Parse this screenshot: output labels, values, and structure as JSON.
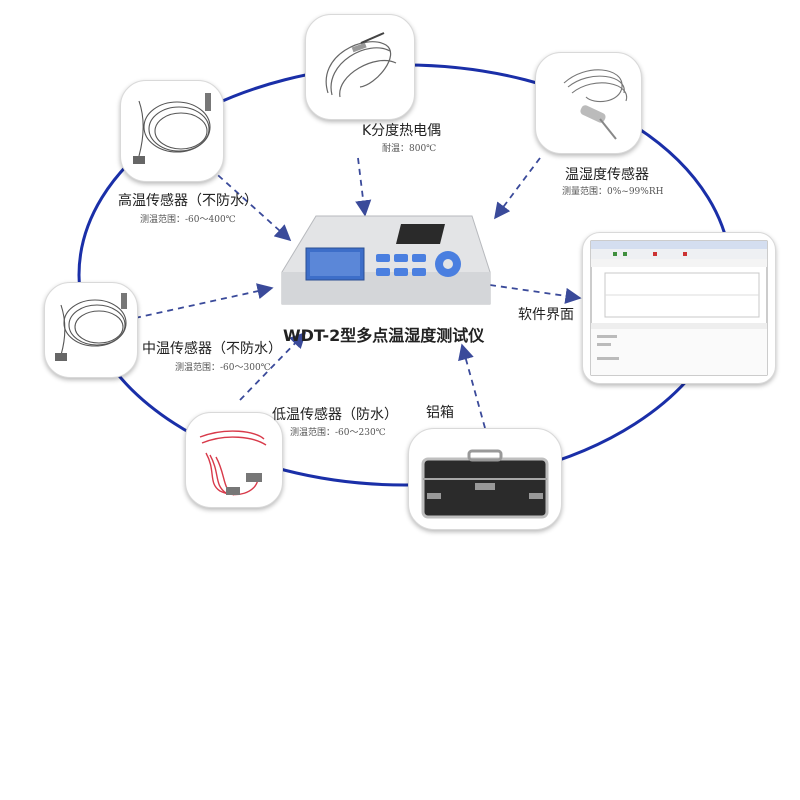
{
  "colors": {
    "ellipse": "#1a2fa8",
    "arrow": "#3a4a9a",
    "red_cable": "#d83a4a",
    "gray_cable": "#555555",
    "device_body": "#e3e4e6",
    "lcd": "#3d6ec9",
    "keys": "#4a7fe0"
  },
  "center": {
    "label": "WDT-2型多点温湿度测试仪",
    "icon": "tester-device-icon"
  },
  "nodes": {
    "k_thermocouple": {
      "label": "K分度热电偶",
      "note": "耐温：800℃",
      "icon": "thermocouple-probe-icon"
    },
    "humidity_sensor": {
      "label": "温湿度传感器",
      "note": "测量范围：0%~99%RH",
      "icon": "humidity-sensor-icon"
    },
    "software": {
      "label": "软件界面",
      "icon": "software-window-icon"
    },
    "aluminum_case": {
      "label": "铝箱",
      "icon": "aluminum-case-icon"
    },
    "low_temp_sensor": {
      "label": "低温传感器（防水）",
      "note": "测温范围：-60～230℃",
      "icon": "red-cable-sensor-icon"
    },
    "mid_temp_sensor": {
      "label": "中温传感器（不防水）",
      "note": "测温范围：-60～300℃",
      "icon": "coiled-cable-sensor-icon"
    },
    "high_temp_sensor": {
      "label": "高温传感器（不防水）",
      "note": "测温范围：-60～400℃",
      "icon": "coiled-cable-sensor-icon"
    }
  }
}
